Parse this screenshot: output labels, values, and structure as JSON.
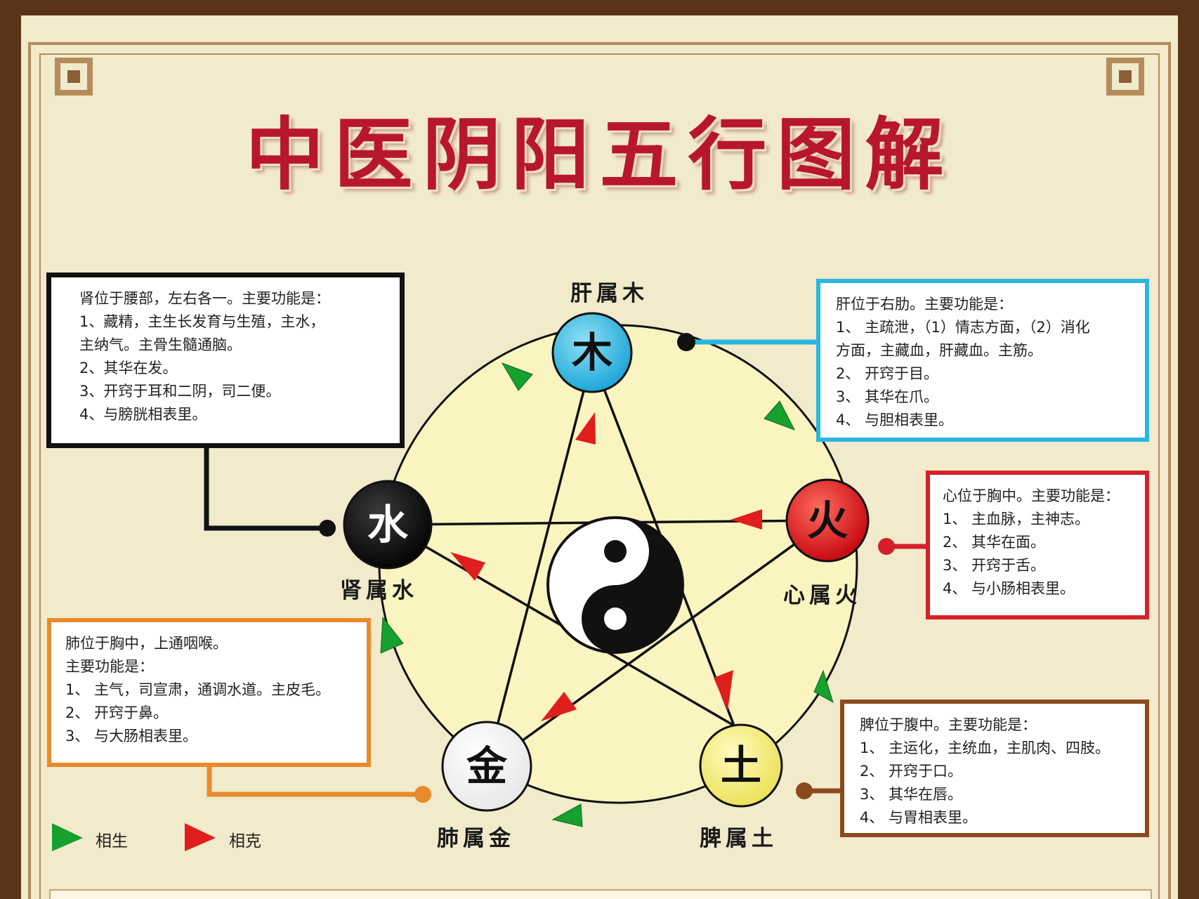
{
  "title": "中医阴阳五行图解",
  "elements": [
    {
      "key": "wood",
      "char": "木",
      "organ_label": "肝属木",
      "fill": "#2bb6e0",
      "text_color": "#111111"
    },
    {
      "key": "fire",
      "char": "火",
      "organ_label": "心属火",
      "fill": "#e0141c",
      "text_color": "#111111"
    },
    {
      "key": "earth",
      "char": "土",
      "organ_label": "脾属土",
      "fill": "#f4ef74",
      "text_color": "#111111"
    },
    {
      "key": "metal",
      "char": "金",
      "organ_label": "肺属金",
      "fill": "#ffffff",
      "text_color": "#111111"
    },
    {
      "key": "water",
      "char": "水",
      "organ_label": "肾属水",
      "fill": "#111111",
      "text_color": "#ffffff"
    }
  ],
  "boxes": {
    "kidney": {
      "lines": [
        "肾位于腰部，左右各一。主要功能是：",
        "1、藏精，主生长发育与生殖，主水，",
        "主纳气。主骨生髓通脑。",
        "2、其华在发。",
        "3、开窍于耳和二阴，司二便。",
        "4、与膀胱相表里。"
      ],
      "border": "#111111"
    },
    "liver": {
      "lines": [
        "肝位于右肋。主要功能是：",
        "1、 主疏泄，（1）情志方面，（2）消化",
        "方面，主藏血，肝藏血。主筋。",
        "2、 开窍于目。",
        "3、 其华在爪。",
        "4、 与胆相表里。"
      ],
      "border": "#2bb6e0"
    },
    "heart": {
      "lines": [
        "心位于胸中。主要功能是：",
        "1、 主血脉，主神志。",
        "2、 其华在面。",
        "3、 开窍于舌。",
        "4、 与小肠相表里。"
      ],
      "border": "#d4202a"
    },
    "lung": {
      "lines": [
        "肺位于胸中，上通咽喉。",
        "主要功能是：",
        "1、 主气，司宣肃，通调水道。主皮毛。",
        "2、 开窍于鼻。",
        "3、 与大肠相表里。"
      ],
      "border": "#e88a2c"
    },
    "spleen": {
      "lines": [
        "脾位于腹中。主要功能是：",
        "1、 主运化，主统血，主肌肉、四肢。",
        "2、 开窍于口。",
        "3、 其华在唇。",
        "4、 与胃相表里。"
      ],
      "border": "#8b4a1e"
    }
  },
  "legend": {
    "sheng": "相生",
    "ke": "相克",
    "sheng_color": "#16a02e",
    "ke_color": "#e01e1e"
  }
}
